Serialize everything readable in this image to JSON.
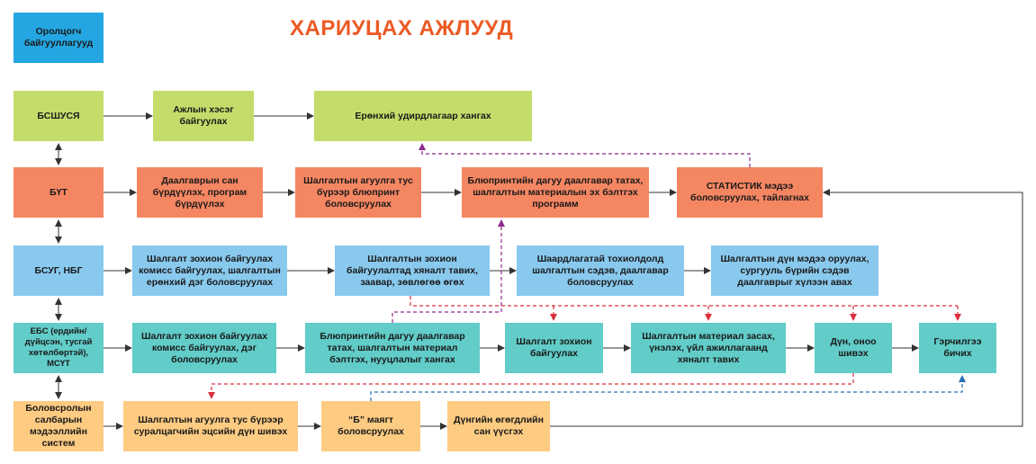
{
  "title": "ХАРИУЦАХ АЖЛУУД",
  "legend": "Оролцогч байгууллагууд",
  "colors": {
    "green": "#c4dd6a",
    "orange": "#f58662",
    "blue": "#89c9ee",
    "teal": "#61ccc8",
    "yellow": "#fdcb82",
    "legend": "#23a6e2",
    "title": "#ec5a24",
    "dash_purple": "#8e2a8c",
    "dash_red": "#d9303c",
    "dash_blue": "#2a6db5"
  },
  "rows": {
    "r1": {
      "org": "БСШУСЯ",
      "tasks": [
        "Ажлын хэсэг байгуулах",
        "Ерөнхий удирдлагаар хангах"
      ]
    },
    "r2": {
      "org": "БҮТ",
      "tasks": [
        "Даалгаврын сан бүрдүүлэх, програм бүрдүүлэх",
        "Шалгалтын агуулга тус бүрээр блюпринт боловсруулах",
        "Блюпринтийн дагуу даалгавар татах, шалгалтын материалын эх бэлтгэх программ",
        "СТАТИСТИК мэдээ боловсруулах, тайлагнах"
      ]
    },
    "r3": {
      "org": "БСУГ, НБГ",
      "tasks": [
        "Шалгалт зохион байгуулах комисс байгуулах, шалгалтын ерөнхий дэг боловсруулах",
        "Шалгалтын зохион байгуулалтад хяналт тавих, заавар, зөвлөгөө өгөх",
        "Шаардлагатай тохиолдолд шалгалтын сэдэв, даалгавар боловсруулах",
        "Шалгалтын дүн мэдээ оруулах, сургууль бүрийн сэдэв даалгаврыг хүлээн авах"
      ]
    },
    "r4": {
      "org": "ЕБС (ердийн/дүйцсэн, тусгай хөтөлбөртэй), МСҮТ",
      "tasks": [
        "Шалгалт зохион байгуулах комисс байгуулах, дэг боловсруулах",
        "Блюпринтийн дагуу даалгавар татах, шалгалтын материал бэлтгэх, нууцлалыг  хангах",
        "Шалгалт зохион байгуулах",
        "Шалгалтын материал засах, үнэлэх, үйл ажиллагаанд хяналт тавих",
        "Дүн, оноо шивэх",
        "Гэрчилгээ бичих"
      ]
    },
    "r5": {
      "org": "Боловсролын салбарын мэдээллийн систем",
      "tasks": [
        "Шалгалтын агуулга тус бүрээр суралцагчийн эцсийн дүн шивэх",
        "“Б” маягт боловсруулах",
        "Дүнгийн өгөгдлийн сан үүсгэх"
      ]
    }
  }
}
